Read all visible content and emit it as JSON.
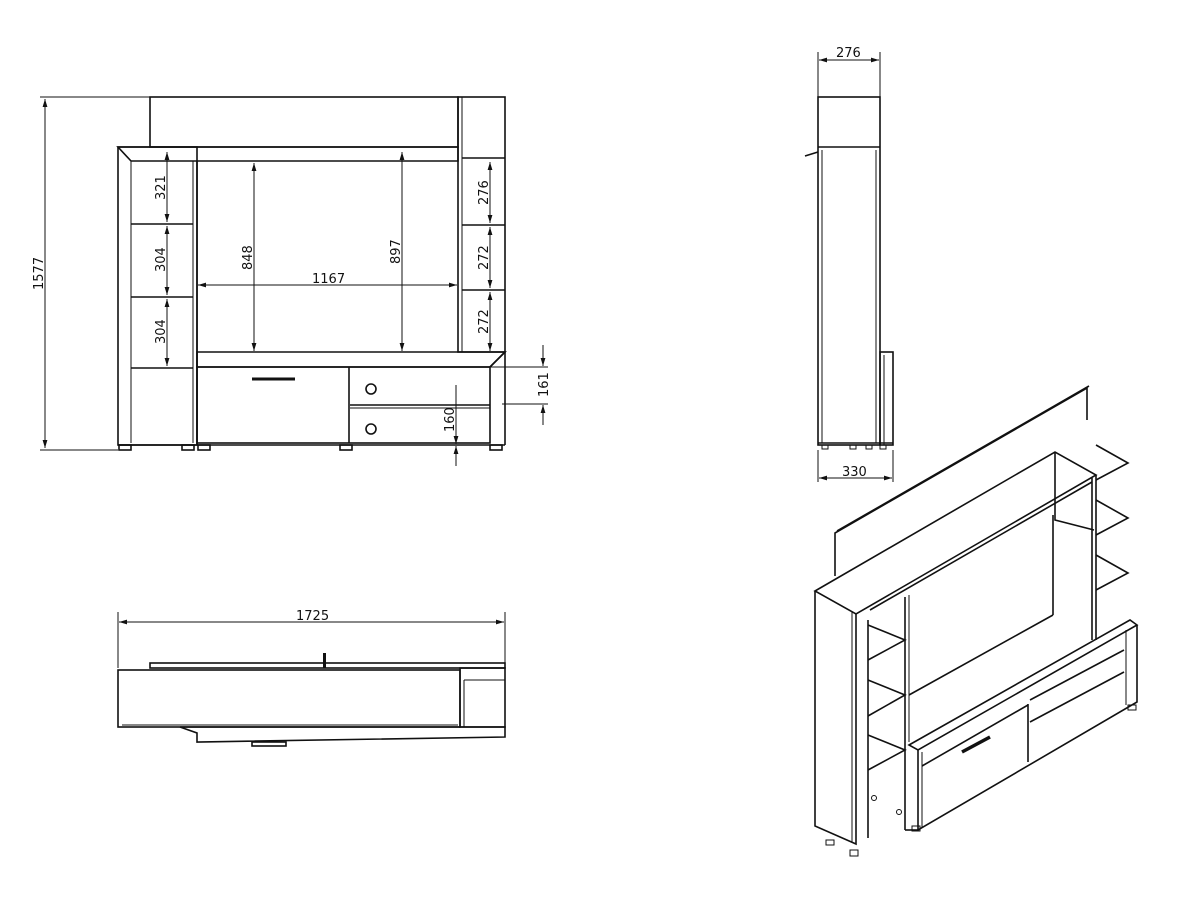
{
  "front_view": {
    "overall_height": "1577",
    "left_shelf_1": "321",
    "left_shelf_2": "304",
    "left_shelf_3": "304",
    "tv_opening_height_left": "848",
    "tv_opening_height_right": "897",
    "tv_opening_width": "1167",
    "right_shelf_1": "276",
    "right_shelf_2": "272",
    "right_shelf_3": "272",
    "drawer_height_top": "161",
    "drawer_height_bottom": "160"
  },
  "top_view": {
    "overall_width": "1725"
  },
  "side_view": {
    "top_depth": "276",
    "base_depth": "330"
  },
  "line_color": "#111111"
}
